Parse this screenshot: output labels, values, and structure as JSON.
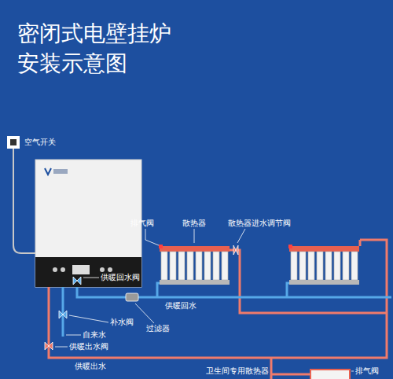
{
  "diagram": {
    "title": "密闭式电壁挂炉 安装示意图",
    "labels": [
      "空气开关",
      "排气阀",
      "散热器",
      "散热器进水调节阀",
      "供暖回水阀",
      "供暖回水",
      "补水阀",
      "自来水",
      "过滤器",
      "供暖出水阀",
      "供暖出水",
      "卫生间专用散热器",
      "排气阀"
    ]
  }
}
